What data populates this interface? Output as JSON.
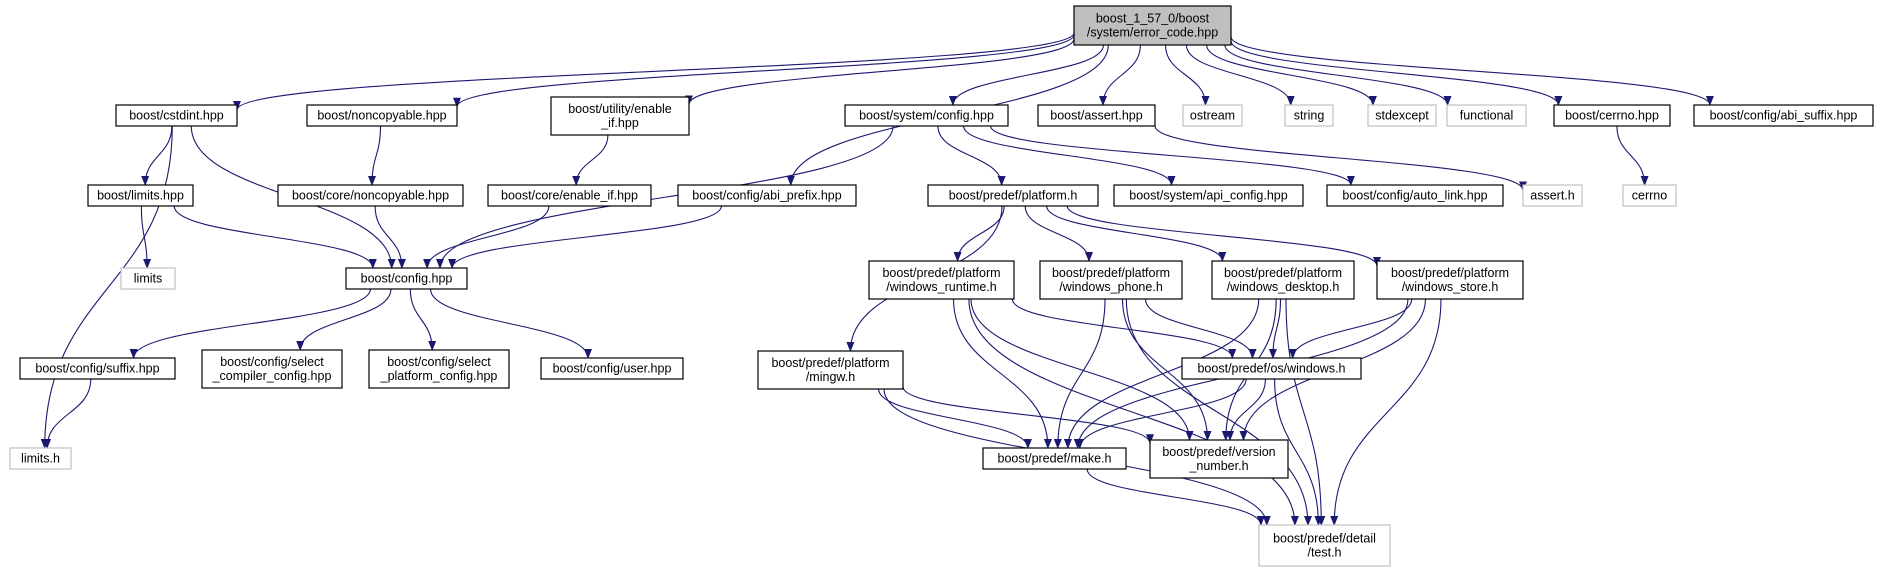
{
  "graph": {
    "colors": {
      "edge": "#191970",
      "box_border": "#000000",
      "external_border": "#c0c0c0",
      "root_fill": "#bfbfbf"
    },
    "nodes": [
      {
        "id": "root",
        "lines": [
          "boost_1_57_0/boost",
          "/system/error_code.hpp"
        ],
        "kind": "root"
      },
      {
        "id": "cstdint",
        "lines": [
          "boost/cstdint.hpp"
        ],
        "kind": "normal"
      },
      {
        "id": "noncopyable",
        "lines": [
          "boost/noncopyable.hpp"
        ],
        "kind": "normal"
      },
      {
        "id": "enable_if",
        "lines": [
          "boost/utility/enable",
          "_if.hpp"
        ],
        "kind": "normal"
      },
      {
        "id": "sys_config",
        "lines": [
          "boost/system/config.hpp"
        ],
        "kind": "normal"
      },
      {
        "id": "assert_hpp",
        "lines": [
          "boost/assert.hpp"
        ],
        "kind": "normal"
      },
      {
        "id": "ostream",
        "lines": [
          "ostream"
        ],
        "kind": "external"
      },
      {
        "id": "string",
        "lines": [
          "string"
        ],
        "kind": "external"
      },
      {
        "id": "stdexcept",
        "lines": [
          "stdexcept"
        ],
        "kind": "external"
      },
      {
        "id": "functional",
        "lines": [
          "functional"
        ],
        "kind": "external"
      },
      {
        "id": "cerrno_hpp",
        "lines": [
          "boost/cerrno.hpp"
        ],
        "kind": "normal"
      },
      {
        "id": "abi_suffix",
        "lines": [
          "boost/config/abi_suffix.hpp"
        ],
        "kind": "normal"
      },
      {
        "id": "limits_hpp",
        "lines": [
          "boost/limits.hpp"
        ],
        "kind": "normal"
      },
      {
        "id": "core_noncopyable",
        "lines": [
          "boost/core/noncopyable.hpp"
        ],
        "kind": "normal"
      },
      {
        "id": "core_enable_if",
        "lines": [
          "boost/core/enable_if.hpp"
        ],
        "kind": "normal"
      },
      {
        "id": "abi_prefix",
        "lines": [
          "boost/config/abi_prefix.hpp"
        ],
        "kind": "normal"
      },
      {
        "id": "platform_h",
        "lines": [
          "boost/predef/platform.h"
        ],
        "kind": "normal"
      },
      {
        "id": "api_config",
        "lines": [
          "boost/system/api_config.hpp"
        ],
        "kind": "normal"
      },
      {
        "id": "auto_link",
        "lines": [
          "boost/config/auto_link.hpp"
        ],
        "kind": "normal"
      },
      {
        "id": "assert_h",
        "lines": [
          "assert.h"
        ],
        "kind": "external"
      },
      {
        "id": "cerrno",
        "lines": [
          "cerrno"
        ],
        "kind": "external"
      },
      {
        "id": "limits",
        "lines": [
          "limits"
        ],
        "kind": "external"
      },
      {
        "id": "config_hpp",
        "lines": [
          "boost/config.hpp"
        ],
        "kind": "normal"
      },
      {
        "id": "win_runtime",
        "lines": [
          "boost/predef/platform",
          "/windows_runtime.h"
        ],
        "kind": "normal"
      },
      {
        "id": "win_phone",
        "lines": [
          "boost/predef/platform",
          "/windows_phone.h"
        ],
        "kind": "normal"
      },
      {
        "id": "win_desktop",
        "lines": [
          "boost/predef/platform",
          "/windows_desktop.h"
        ],
        "kind": "normal"
      },
      {
        "id": "win_store",
        "lines": [
          "boost/predef/platform",
          "/windows_store.h"
        ],
        "kind": "normal"
      },
      {
        "id": "suffix",
        "lines": [
          "boost/config/suffix.hpp"
        ],
        "kind": "normal"
      },
      {
        "id": "sel_compiler",
        "lines": [
          "boost/config/select",
          "_compiler_config.hpp"
        ],
        "kind": "normal"
      },
      {
        "id": "sel_platform",
        "lines": [
          "boost/config/select",
          "_platform_config.hpp"
        ],
        "kind": "normal"
      },
      {
        "id": "user_hpp",
        "lines": [
          "boost/config/user.hpp"
        ],
        "kind": "normal"
      },
      {
        "id": "mingw",
        "lines": [
          "boost/predef/platform",
          "/mingw.h"
        ],
        "kind": "normal"
      },
      {
        "id": "os_windows",
        "lines": [
          "boost/predef/os/windows.h"
        ],
        "kind": "normal"
      },
      {
        "id": "limits_h",
        "lines": [
          "limits.h"
        ],
        "kind": "external"
      },
      {
        "id": "make_h",
        "lines": [
          "boost/predef/make.h"
        ],
        "kind": "normal"
      },
      {
        "id": "version_number",
        "lines": [
          "boost/predef/version",
          "_number.h"
        ],
        "kind": "normal"
      },
      {
        "id": "detail_test",
        "lines": [
          "boost/predef/detail",
          "/test.h"
        ],
        "kind": "external"
      }
    ],
    "edges": [
      [
        "root",
        "cstdint"
      ],
      [
        "root",
        "noncopyable"
      ],
      [
        "root",
        "enable_if"
      ],
      [
        "root",
        "abi_prefix"
      ],
      [
        "root",
        "sys_config"
      ],
      [
        "root",
        "assert_hpp"
      ],
      [
        "root",
        "ostream"
      ],
      [
        "root",
        "string"
      ],
      [
        "root",
        "stdexcept"
      ],
      [
        "root",
        "functional"
      ],
      [
        "root",
        "cerrno_hpp"
      ],
      [
        "root",
        "abi_suffix"
      ],
      [
        "cstdint",
        "limits_hpp"
      ],
      [
        "cstdint",
        "config_hpp"
      ],
      [
        "cstdint",
        "limits_h"
      ],
      [
        "noncopyable",
        "core_noncopyable"
      ],
      [
        "enable_if",
        "core_enable_if"
      ],
      [
        "sys_config",
        "config_hpp"
      ],
      [
        "sys_config",
        "platform_h"
      ],
      [
        "sys_config",
        "api_config"
      ],
      [
        "sys_config",
        "auto_link"
      ],
      [
        "assert_hpp",
        "assert_h"
      ],
      [
        "cerrno_hpp",
        "cerrno"
      ],
      [
        "limits_hpp",
        "limits"
      ],
      [
        "limits_hpp",
        "config_hpp"
      ],
      [
        "core_noncopyable",
        "config_hpp"
      ],
      [
        "core_enable_if",
        "config_hpp"
      ],
      [
        "abi_prefix",
        "config_hpp"
      ],
      [
        "config_hpp",
        "suffix"
      ],
      [
        "config_hpp",
        "sel_compiler"
      ],
      [
        "config_hpp",
        "sel_platform"
      ],
      [
        "config_hpp",
        "user_hpp"
      ],
      [
        "suffix",
        "limits_h"
      ],
      [
        "platform_h",
        "mingw"
      ],
      [
        "platform_h",
        "win_runtime"
      ],
      [
        "platform_h",
        "win_phone"
      ],
      [
        "platform_h",
        "win_desktop"
      ],
      [
        "platform_h",
        "win_store"
      ],
      [
        "win_runtime",
        "os_windows"
      ],
      [
        "win_runtime",
        "make_h"
      ],
      [
        "win_runtime",
        "version_number"
      ],
      [
        "win_runtime",
        "detail_test"
      ],
      [
        "win_phone",
        "os_windows"
      ],
      [
        "win_phone",
        "make_h"
      ],
      [
        "win_phone",
        "version_number"
      ],
      [
        "win_phone",
        "detail_test"
      ],
      [
        "win_desktop",
        "os_windows"
      ],
      [
        "win_desktop",
        "make_h"
      ],
      [
        "win_desktop",
        "version_number"
      ],
      [
        "win_desktop",
        "detail_test"
      ],
      [
        "win_store",
        "os_windows"
      ],
      [
        "win_store",
        "make_h"
      ],
      [
        "win_store",
        "version_number"
      ],
      [
        "win_store",
        "detail_test"
      ],
      [
        "mingw",
        "make_h"
      ],
      [
        "mingw",
        "version_number"
      ],
      [
        "mingw",
        "detail_test"
      ],
      [
        "os_windows",
        "make_h"
      ],
      [
        "os_windows",
        "version_number"
      ],
      [
        "os_windows",
        "detail_test"
      ],
      [
        "make_h",
        "detail_test"
      ]
    ]
  }
}
